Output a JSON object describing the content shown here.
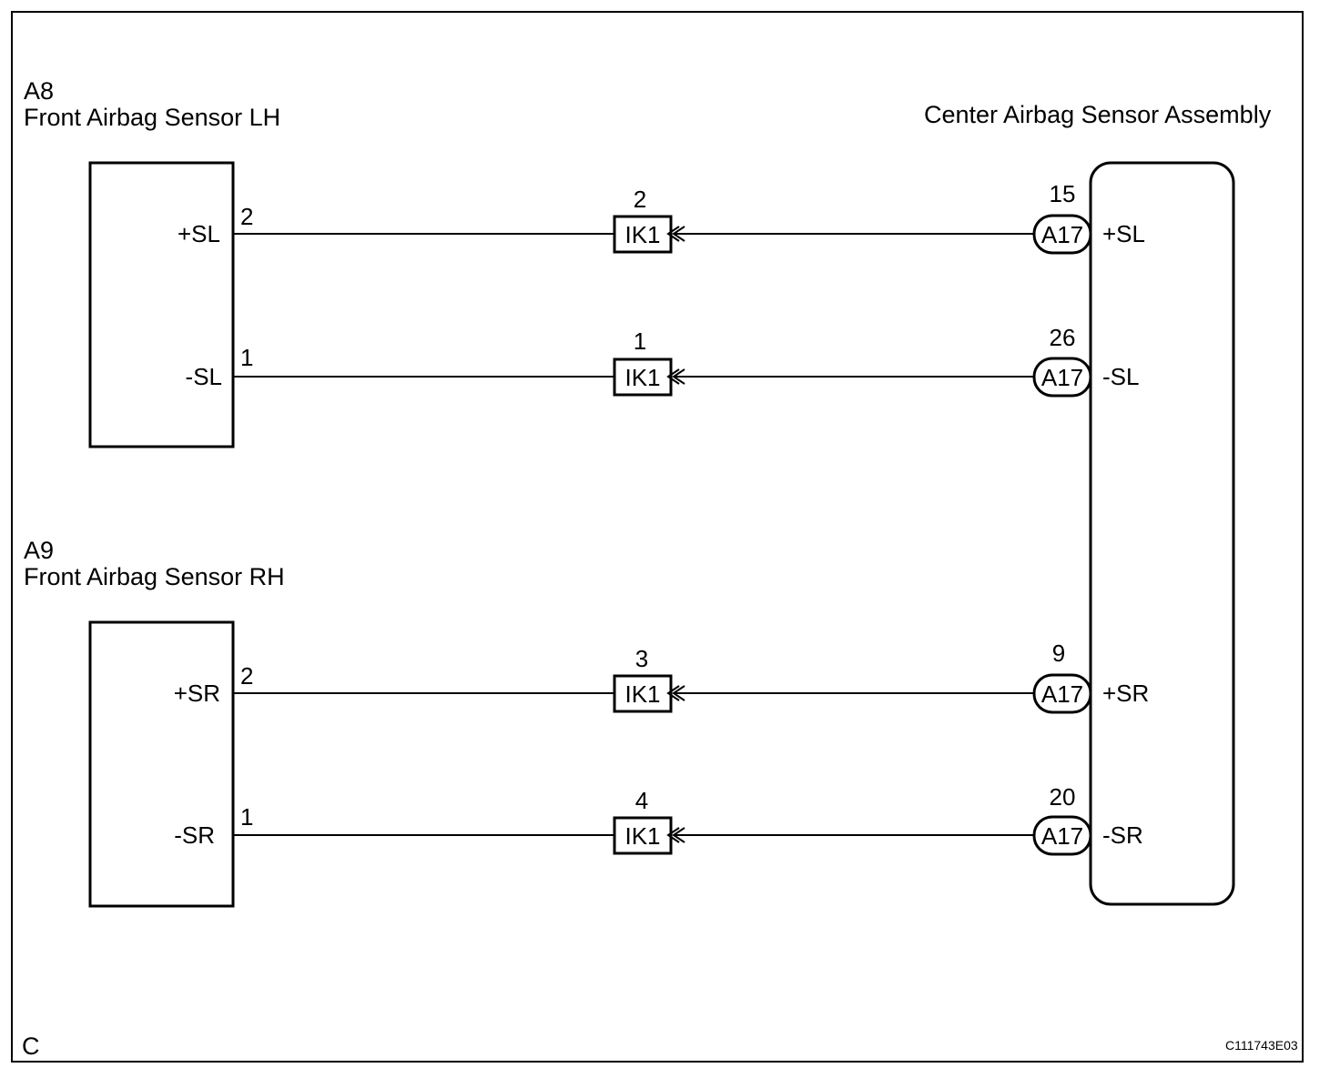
{
  "left_components": [
    {
      "code": "A8",
      "name": "Front Airbag Sensor LH",
      "terminals": [
        {
          "pin": "2",
          "signal": "+SL"
        },
        {
          "pin": "1",
          "signal": "-SL"
        }
      ]
    },
    {
      "code": "A9",
      "name": "Front Airbag Sensor RH",
      "terminals": [
        {
          "pin": "2",
          "signal": "+SR"
        },
        {
          "pin": "1",
          "signal": "-SR"
        }
      ]
    }
  ],
  "right_component": {
    "name": "Center Airbag Sensor Assembly",
    "connector": "A17",
    "terminals": [
      {
        "pin": "15",
        "signal": "+SL"
      },
      {
        "pin": "26",
        "signal": "-SL"
      },
      {
        "pin": "9",
        "signal": "+SR"
      },
      {
        "pin": "20",
        "signal": "-SR"
      }
    ]
  },
  "junction": {
    "connector": "IK1",
    "pins": [
      "2",
      "1",
      "3",
      "4"
    ]
  },
  "footer": {
    "corner_label": "C",
    "figure_id": "C111743E03"
  }
}
